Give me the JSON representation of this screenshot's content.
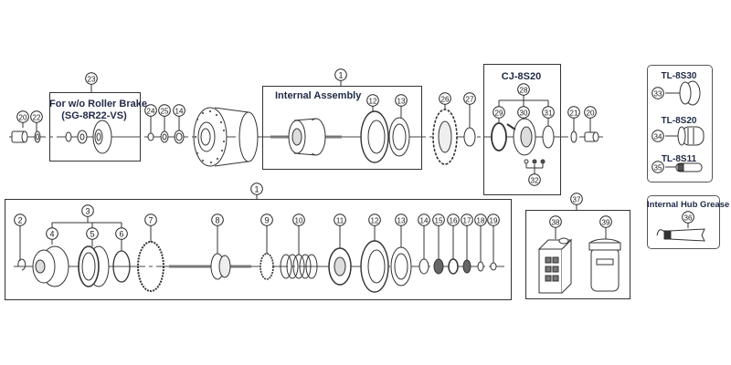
{
  "diagram": {
    "type": "exploded-parts-diagram",
    "subject": "Internal gear hub exploded view",
    "groups": {
      "roller_brake": {
        "ref": "23",
        "line1": "For w/o Roller Brake",
        "line2": "(SG-8R22-VS)"
      },
      "internal_assembly_top": {
        "ref": "1",
        "label": "Internal Assembly"
      },
      "cassette_joint": {
        "label": "CJ-8S20",
        "sub_ref": "28"
      },
      "internal_assembly_detail": {
        "ref": "1"
      },
      "grease_kit": {
        "ref": "37"
      },
      "tools": {
        "items": [
          {
            "label": "TL-8S30",
            "ref": "33"
          },
          {
            "label": "TL-8S20",
            "ref": "34"
          },
          {
            "label": "TL-8S11",
            "ref": "35"
          }
        ]
      },
      "grease": {
        "label": "Internal Hub Grease",
        "ref": "36"
      }
    },
    "callouts": {
      "top_row": [
        "20",
        "22",
        "23",
        "24",
        "25",
        "14",
        "1",
        "12",
        "13",
        "26",
        "27",
        "28",
        "29",
        "30",
        "31",
        "32",
        "21",
        "20"
      ],
      "bottom_row": [
        "1",
        "2",
        "3",
        "4",
        "5",
        "6",
        "7",
        "8",
        "9",
        "10",
        "11",
        "12",
        "13",
        "14",
        "15",
        "16",
        "17",
        "18",
        "19"
      ],
      "kit": [
        "37",
        "38",
        "39"
      ]
    }
  }
}
